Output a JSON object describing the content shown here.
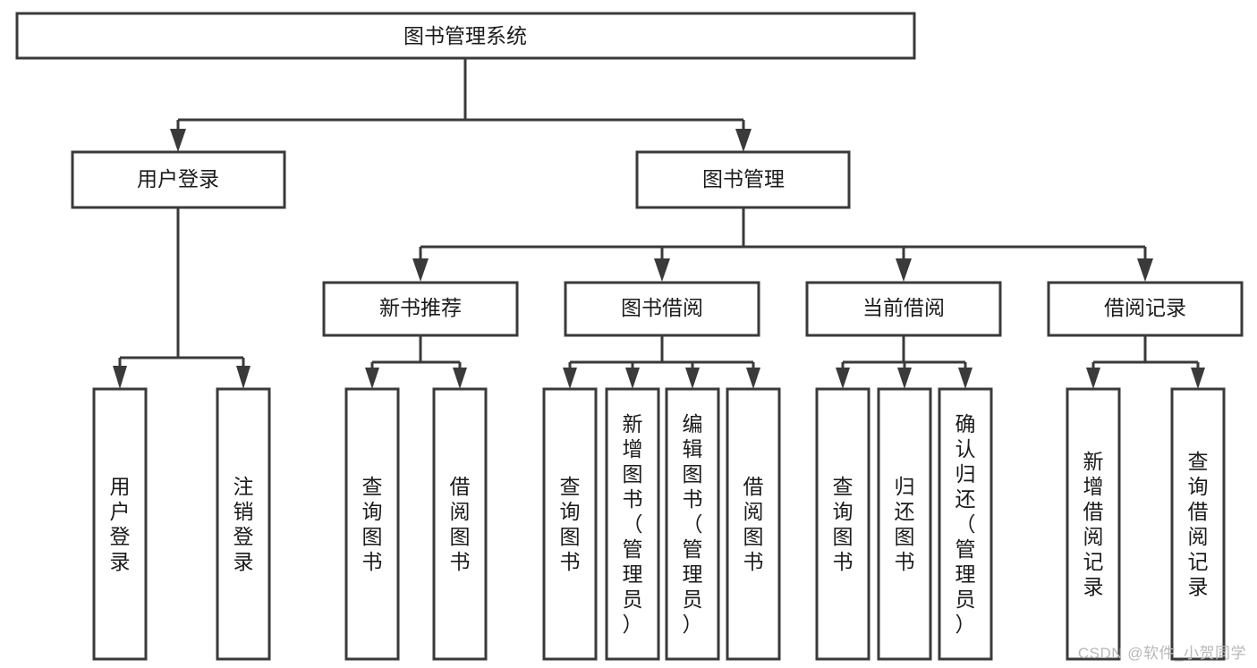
{
  "diagram": {
    "title": "图书管理系统",
    "watermark": "CSDN @软件_小贺同学",
    "colors": {
      "stroke": "#3a3a3a",
      "text": "#1b1b1b",
      "background": "#ffffff",
      "watermark": "#b8b8b8"
    },
    "root": {
      "id": "root",
      "label": "图书管理系统"
    },
    "level2": [
      {
        "id": "user-login",
        "label": "用户登录"
      },
      {
        "id": "book-management",
        "label": "图书管理"
      }
    ],
    "level3": [
      {
        "id": "new-book-recommend",
        "label": "新书推荐",
        "parent": "book-management"
      },
      {
        "id": "book-borrow",
        "label": "图书借阅",
        "parent": "book-management"
      },
      {
        "id": "current-borrow",
        "label": "当前借阅",
        "parent": "book-management"
      },
      {
        "id": "borrow-record",
        "label": "借阅记录",
        "parent": "book-management"
      }
    ],
    "leaves": [
      {
        "id": "leaf-user-login",
        "label": "用户登录",
        "parent": "user-login"
      },
      {
        "id": "leaf-logout-login",
        "label": "注销登录",
        "parent": "user-login"
      },
      {
        "id": "leaf-query-book-1",
        "label": "查询图书",
        "parent": "new-book-recommend"
      },
      {
        "id": "leaf-borrow-book-1",
        "label": "借阅图书",
        "parent": "new-book-recommend"
      },
      {
        "id": "leaf-query-book-2",
        "label": "查询图书",
        "parent": "book-borrow"
      },
      {
        "id": "leaf-add-book",
        "label": "新增图书（管理员）",
        "parent": "book-borrow"
      },
      {
        "id": "leaf-edit-book",
        "label": "编辑图书（管理员）",
        "parent": "book-borrow"
      },
      {
        "id": "leaf-borrow-book-2",
        "label": "借阅图书",
        "parent": "book-borrow"
      },
      {
        "id": "leaf-query-book-3",
        "label": "查询图书",
        "parent": "current-borrow"
      },
      {
        "id": "leaf-return-book",
        "label": "归还图书",
        "parent": "current-borrow"
      },
      {
        "id": "leaf-confirm-return",
        "label": "确认归还（管理员）",
        "parent": "current-borrow"
      },
      {
        "id": "leaf-add-record",
        "label": "新增借阅记录",
        "parent": "borrow-record"
      },
      {
        "id": "leaf-query-record",
        "label": "查询借阅记录",
        "parent": "borrow-record"
      }
    ]
  }
}
